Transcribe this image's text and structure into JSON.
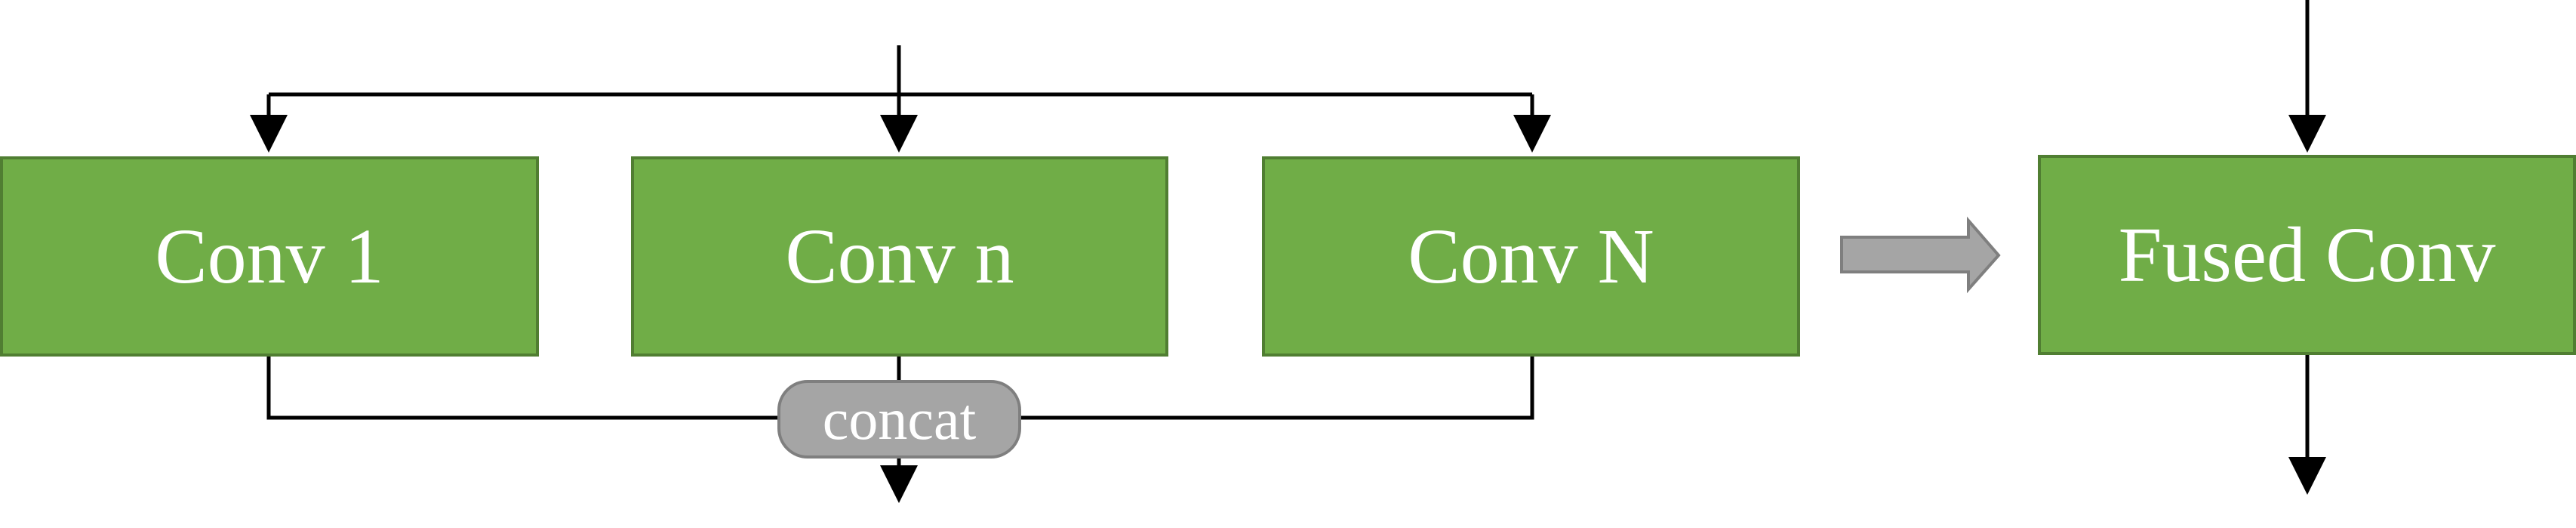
{
  "left_diagram": {
    "conv_1_label": "Conv 1",
    "conv_n_label": "Conv n",
    "conv_N_label": "Conv N",
    "concat_label": "concat"
  },
  "right_diagram": {
    "fused_conv_label": "Fused Conv"
  },
  "colors": {
    "box_fill": "#70ad47",
    "box_border": "#507e32",
    "pill_fill": "#a5a5a5",
    "pill_border": "#7f7f7f",
    "arrow_fill": "#a5a5a5",
    "arrow_border": "#7f7f7f",
    "line": "#000000",
    "text": "#ffffff"
  }
}
